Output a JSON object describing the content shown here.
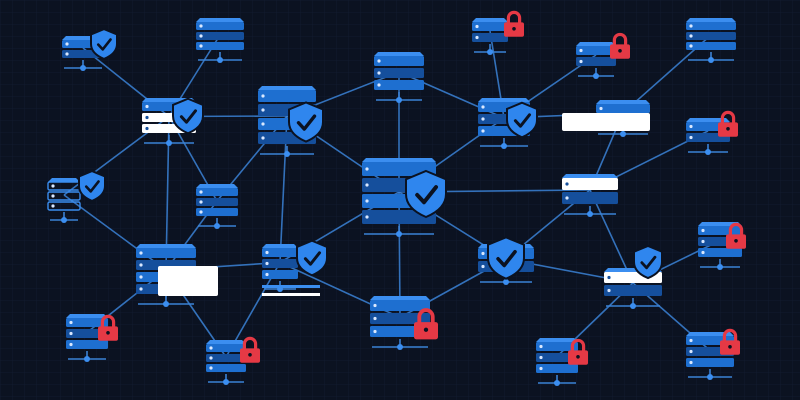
{
  "theme": {
    "background": "#0b1221",
    "grid": "#111b2e",
    "server_blue": "#1e6fd0",
    "server_blue_light": "#3b8ef0",
    "server_blue_dark": "#154f9c",
    "link": "#3b82d6",
    "shield": "#2f86ee",
    "lock": "#e53945",
    "highlight": "#ffffff"
  },
  "node_status_legend": {
    "secure": "shield-check-icon",
    "locked": "padlock-icon",
    "plain": "server-icon"
  },
  "counts": {
    "servers": 25,
    "secured": 9,
    "locked": 9
  }
}
